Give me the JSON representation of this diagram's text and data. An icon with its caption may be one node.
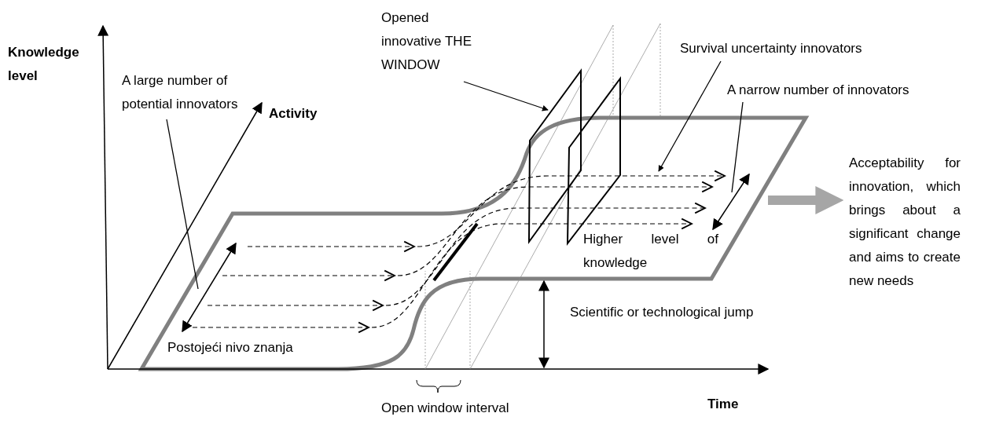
{
  "diagram": {
    "nodes": [
      {
        "text": [
          "A large number of potential innovators"
        ]
      },
      {
        "text": [
          "Opened innovative THE WINDOW"
        ]
      },
      {
        "text": [],
        "shape": "box"
      },
      {
        "text": [
          "Survival uncertainty innovators"
        ]
      },
      {
        "text": [
          "A narrow number of innovators"
        ]
      },
      {
        "text": [
          "Acceptability for innovation, which brings about a significant change and aims to create new needs"
        ]
      }
    ],
    "edges": [
      {
        "from": 0,
        "to": null,
        "arrow": "none"
      },
      {
        "from": 1,
        "to": 2,
        "arrow": "to"
      },
      {
        "from": 3,
        "to": null,
        "arrow": "to"
      },
      {
        "from": 4,
        "to": null,
        "arrow": "none"
      },
      {
        "from": null,
        "to": 5,
        "arrow": "to",
        "style": "thick",
        "color": "#a6a6a6"
      }
    ],
    "labels": [
      "Knowledge level",
      "Activity",
      "Higher level of knowledge",
      "Scientific or technological jump",
      "Postojeći nivo znanja",
      "Time",
      "Open window interval"
    ]
  }
}
